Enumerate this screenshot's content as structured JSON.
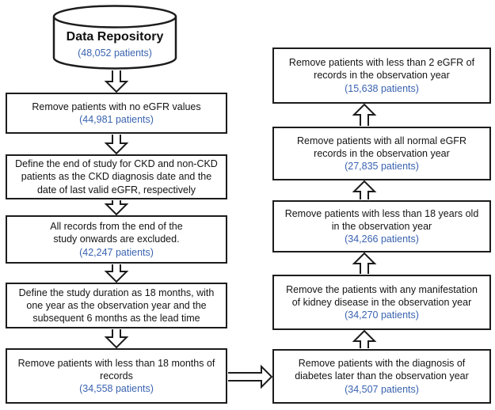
{
  "palette": {
    "accent-blue": "#3A63B0",
    "border-black": "#1C1C1C",
    "text-black": "#141414"
  },
  "repository": {
    "name": "Data Repository",
    "count": "(48,052 patients)"
  },
  "left_flow": [
    {
      "text": "Remove patients with no eGFR values",
      "count": "(44,981 patients)"
    },
    {
      "text": "Define the end of study for CKD and non-CKD\npatients as the CKD diagnosis date and the\ndate of last valid eGFR, respectively"
    },
    {
      "text": "All records from the end of the\nstudy onwards are excluded.",
      "count": "(42,247 patients)"
    },
    {
      "text": "Define the study duration as 18 months, with\none year as the observation year and the\nsubsequent 6 months as the lead time"
    },
    {
      "text": "Remove patients with less than 18 months of\nrecords",
      "count": "(34,558 patients)"
    }
  ],
  "right_flow": [
    {
      "text": "Remove patients with less than 2 eGFR of\nrecords in the observation year",
      "count": "(15,638 patients)"
    },
    {
      "text": "Remove patients with all normal eGFR\nrecords in the observation year",
      "count": "(27,835 patients)"
    },
    {
      "text": "Remove patients with less than 18 years old\nin the observation year",
      "count": "(34,266 patients)"
    },
    {
      "text": "Remove the patients with any manifestation\nof kidney disease in the observation year",
      "count": "(34,270 patients)"
    },
    {
      "text": "Remove patients with the diagnosis of\ndiabetes later than the observation year",
      "count": "(34,507 patients)"
    }
  ]
}
